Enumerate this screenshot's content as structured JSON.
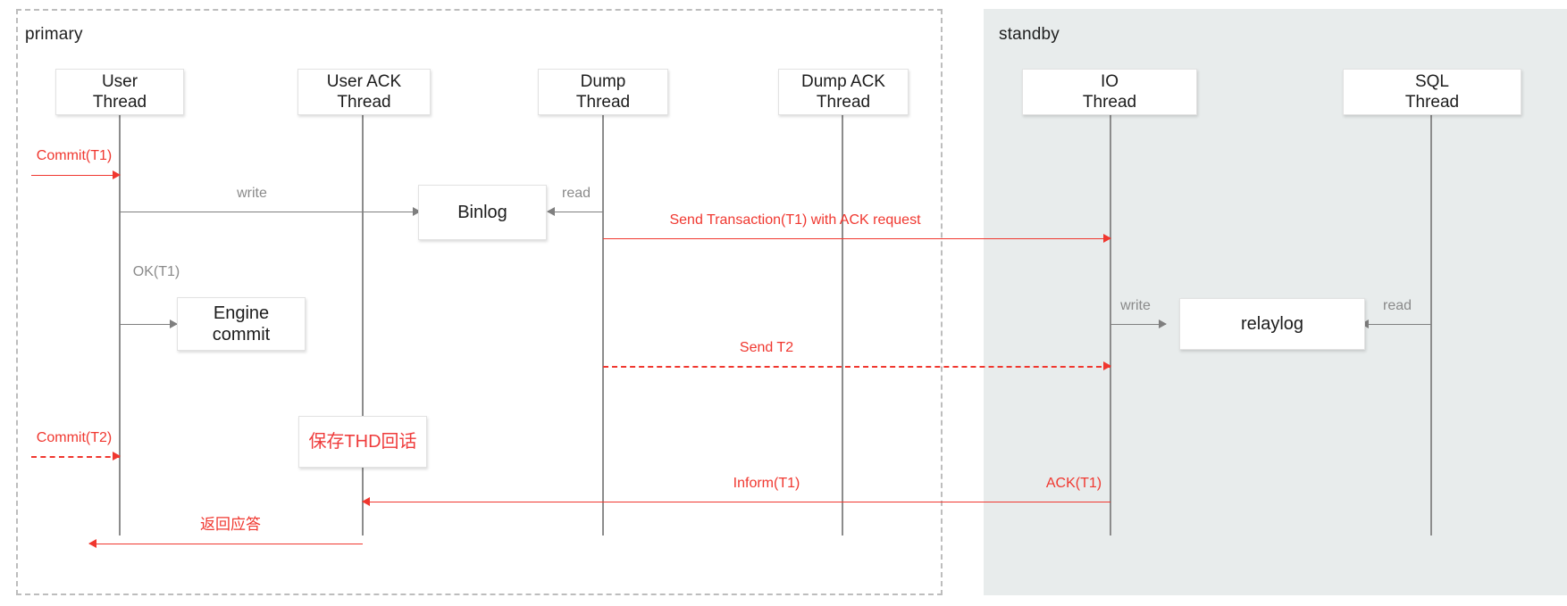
{
  "diagram": {
    "title": "MySQL semi-sync replication sequence",
    "regions": [
      {
        "id": "primary",
        "label": "primary",
        "style": "dashed-border"
      },
      {
        "id": "standby",
        "label": "standby",
        "style": "filled-gray"
      }
    ],
    "colors": {
      "red": "#f0372f",
      "gray_line": "#8c8c8c",
      "gray_text": "#8a8a8a",
      "standby_bg": "#e8ecec",
      "region_border": "#bdbdbd",
      "box_bg": "#ffffff"
    },
    "actors": [
      {
        "id": "user-thread",
        "line1": "User",
        "line2": "Thread",
        "region": "primary"
      },
      {
        "id": "user-ack-thread",
        "line1": "User ACK",
        "line2": "Thread",
        "region": "primary"
      },
      {
        "id": "dump-thread",
        "line1": "Dump",
        "line2": "Thread",
        "region": "primary"
      },
      {
        "id": "dump-ack-thread",
        "line1": "Dump ACK",
        "line2": "Thread",
        "region": "primary"
      },
      {
        "id": "io-thread",
        "line1": "IO",
        "line2": "Thread",
        "region": "standby"
      },
      {
        "id": "sql-thread",
        "line1": "SQL",
        "line2": "Thread",
        "region": "standby"
      }
    ],
    "artifacts": [
      {
        "id": "binlog",
        "label": "Binlog",
        "region": "primary"
      },
      {
        "id": "engine-commit",
        "line1": "Engine",
        "line2": "commit",
        "region": "primary"
      },
      {
        "id": "save-thd",
        "label": "保存THD回话",
        "region": "primary",
        "color": "red"
      },
      {
        "id": "relaylog",
        "label": "relaylog",
        "region": "standby"
      }
    ],
    "messages": [
      {
        "id": "commit-t1",
        "label": "Commit(T1)",
        "color": "red",
        "style": "solid",
        "direction": "right"
      },
      {
        "id": "write-binlog",
        "label": "write",
        "color": "gray",
        "style": "solid",
        "direction": "right"
      },
      {
        "id": "read-binlog",
        "label": "read",
        "color": "gray",
        "style": "solid",
        "direction": "left"
      },
      {
        "id": "send-transaction-t1",
        "label": "Send Transaction(T1) with ACK request",
        "color": "red",
        "style": "solid",
        "direction": "right"
      },
      {
        "id": "ok-t1",
        "label": "OK(T1)",
        "color": "gray",
        "style": "solid",
        "direction": "right"
      },
      {
        "id": "write-relaylog",
        "label": "write",
        "color": "gray",
        "style": "solid",
        "direction": "right"
      },
      {
        "id": "read-relaylog",
        "label": "read",
        "color": "gray",
        "style": "solid",
        "direction": "left"
      },
      {
        "id": "send-t2",
        "label": "Send T2",
        "color": "red",
        "style": "dashed",
        "direction": "right"
      },
      {
        "id": "commit-t2",
        "label": "Commit(T2)",
        "color": "red",
        "style": "dotted",
        "direction": "right"
      },
      {
        "id": "ack-t1",
        "label": "ACK(T1)",
        "color": "red",
        "style": "solid",
        "direction": "left"
      },
      {
        "id": "inform-t1",
        "label": "Inform(T1)",
        "color": "red",
        "style": "solid",
        "direction": "left"
      },
      {
        "id": "reply-to-client",
        "label": "返回应答",
        "color": "red",
        "style": "solid",
        "direction": "left"
      }
    ]
  }
}
